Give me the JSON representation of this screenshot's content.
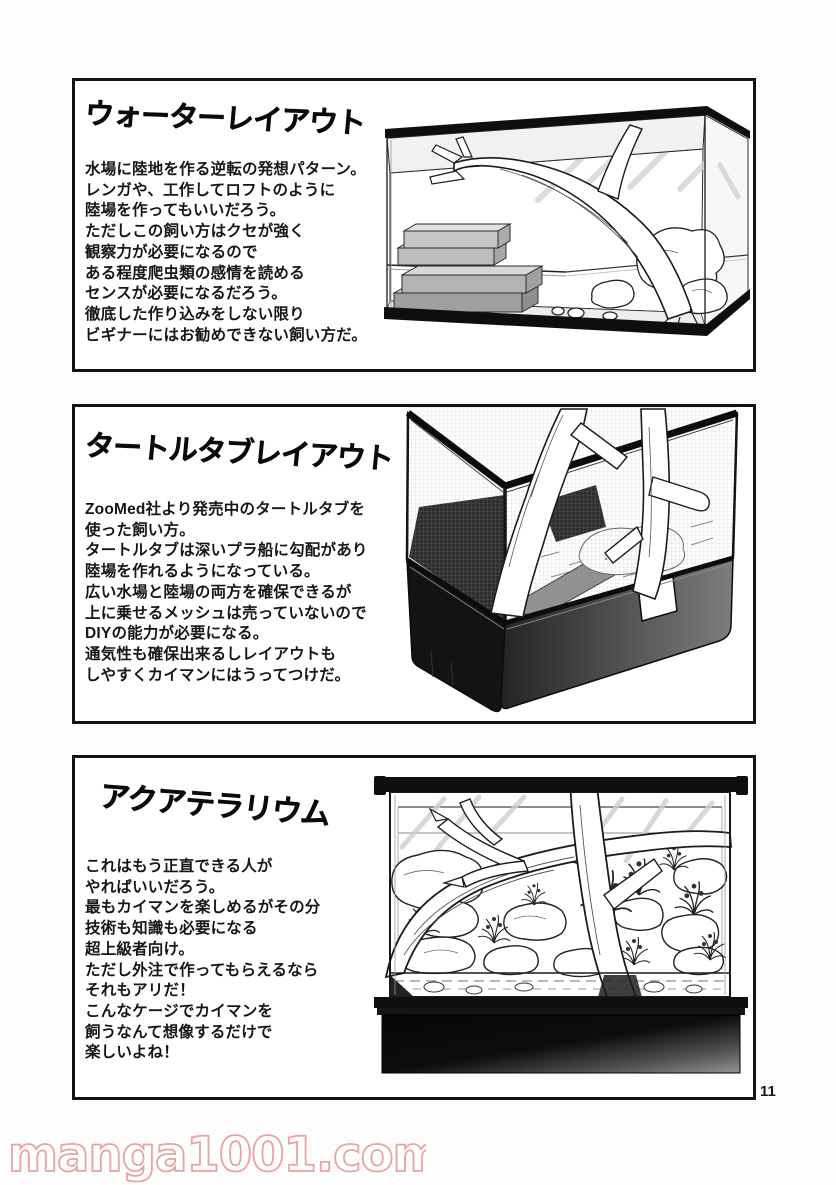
{
  "page": {
    "number": "11",
    "watermark": "manga1001.com",
    "colors": {
      "paper": "#fdfdfd",
      "ink": "#121212",
      "watermark_pink": "#e8a3a3",
      "brick_gray": "#b5b5b5",
      "tub_dark": "#141414"
    }
  },
  "panels": [
    {
      "id": "water-layout",
      "title": "ウォーターレイアウト",
      "illustration_alt": "glass-terrarium-with-driftwood-branch-brick-loft-and-rocks",
      "body_lines": [
        "水場に陸地を作る逆転の発想パターン。",
        "レンガや、工作してロフトのように",
        "陸場を作ってもいいだろう。",
        "ただしこの飼い方はクセが強く",
        "観察力が必要になるので",
        "ある程度爬虫類の感情を読める",
        "センスが必要になるだろう。",
        "徹底した作り込みをしない限り",
        "ビギナーにはお勧めできない飼い方だ。"
      ]
    },
    {
      "id": "turtle-tub-layout",
      "title": "タートルタブレイアウト",
      "illustration_alt": "zoomed-turtle-tub-with-mesh-cage-top-and-crossed-branches",
      "body_lines": [
        "ZooMed社より発売中のタートルタブを",
        "使った飼い方。",
        "タートルタブは深いプラ船に勾配があり",
        "陸場を作れるようになっている。",
        "広い水場と陸場の両方を確保できるが",
        "上に乗せるメッシュは売っていないので",
        "DIYの能力が必要になる。",
        "通気性も確保出来るしレイアウトも",
        "しやすくカイマンにはうってつけだ。"
      ]
    },
    {
      "id": "aquaterrarium",
      "title": "アクアテラリウム",
      "illustration_alt": "aquaterrarium-tank-with-rocks-plants-driftwood-on-black-stand",
      "body_lines": [
        "これはもう正直できる人が",
        "やればいいだろう。",
        "最もカイマンを楽しめるがその分",
        "技術も知識も必要になる",
        "超上級者向け。",
        "ただし外注で作ってもらえるなら",
        "それもアリだ！",
        "こんなケージでカイマンを",
        "飼うなんて想像するだけで",
        "楽しいよね！"
      ]
    }
  ]
}
